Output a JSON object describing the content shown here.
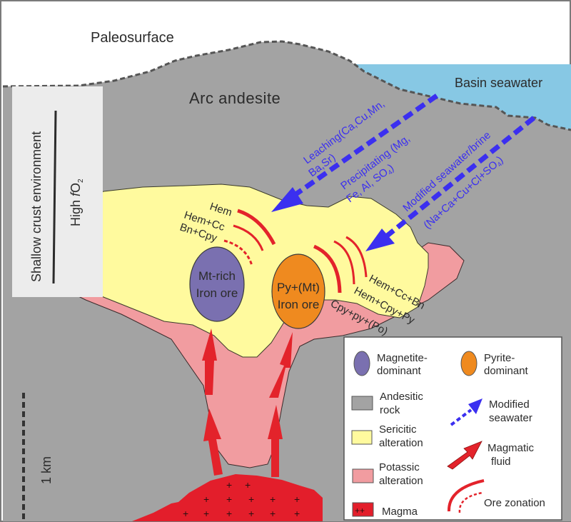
{
  "title_labels": {
    "paleosurface": "Paleosurface",
    "basin_seawater": "Basin seawater",
    "arc_andesite": "Arc andesite"
  },
  "environment_box": {
    "line1": "Shallow  crust environment",
    "line2_prefix": "High ",
    "line2_italic": "f",
    "line2_main": "O",
    "line2_sub": "2"
  },
  "fluid_annotations": {
    "leaching_1": "Leaching(Ca,Cu,Mn,",
    "leaching_2": "Ba,Sr)",
    "precip_1": "Precipitating (Mg,",
    "precip_2_pre": "Fe, Al, SO",
    "precip_2_sub": "4",
    "precip_2_post": ")",
    "modified_1": "Modified seawater/brine",
    "modified_2_pre": "(Na+Ca+Cu+Cl+SO",
    "modified_2_sub": "4",
    "modified_2_post": ")"
  },
  "zonation_left": [
    "Hem",
    "Hem+Cc",
    "Bn+Cpy"
  ],
  "zonation_right": [
    "Hem+Cc+Bn",
    "Hem+Cpy+Py",
    "Cpy+py+(Po)"
  ],
  "ore_bodies": {
    "magnetite": {
      "line1": "Mt-rich",
      "line2": "Iron ore"
    },
    "pyrite": {
      "line1": "Py+(Mt)",
      "line2": "Iron ore"
    }
  },
  "scale": {
    "label": "1 km"
  },
  "legend": {
    "items": [
      {
        "key": "magnetite",
        "label1": "Magnetite-",
        "label2": "dominant"
      },
      {
        "key": "pyrite",
        "label1": "Pyrite-",
        "label2": "dominant"
      },
      {
        "key": "andesite",
        "label1": "Andesitic",
        "label2": "rock"
      },
      {
        "key": "seawater",
        "label1": "Modified",
        "label2": "seawater"
      },
      {
        "key": "sericitic",
        "label1": "Sericitic",
        "label2": "alteration"
      },
      {
        "key": "magmatic",
        "label1": "Magmatic",
        "label2": "fluid"
      },
      {
        "key": "potassic",
        "label1": "Potassic",
        "label2": "alteration"
      },
      {
        "key": "ore_zonation",
        "label1": "Ore zonation",
        "label2": ""
      },
      {
        "key": "magma",
        "label1": "Magma",
        "label2": ""
      }
    ],
    "magma_symbol": "++"
  },
  "colors": {
    "andesite": "#a3a3a3",
    "seawater": "#87c8e4",
    "sericitic": "#fffa9e",
    "potassic": "#f19ca0",
    "magma": "#e31e2b",
    "magnetite": "#7a70b0",
    "pyrite": "#ef8a1f",
    "fluid_arrow": "#3b2ff0",
    "zonation": "#e3232b",
    "env_box": "#ececec"
  }
}
